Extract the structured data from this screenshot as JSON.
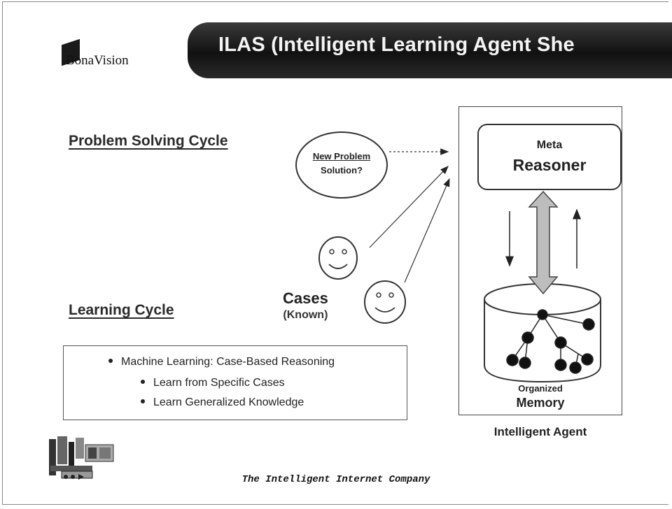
{
  "header": {
    "logo_text": "BonaVision",
    "title": "ILAS (Intelligent Learning Agent She"
  },
  "diagram": {
    "problem_heading": "Problem Solving Cycle",
    "learning_heading": "Learning Cycle",
    "new_problem": {
      "line1": "New Problem",
      "line2": "Solution?"
    },
    "cases": {
      "title": "Cases",
      "subtitle": "(Known)"
    },
    "meta_reasoner": {
      "line1": "Meta",
      "line2": "Reasoner"
    },
    "memory": {
      "line1": "Organized",
      "line2": "Memory"
    },
    "agent_caption": "Intelligent Agent"
  },
  "learning_box": {
    "items": [
      "Machine Learning: Case-Based Reasoning",
      "Learn from Specific Cases",
      "Learn Generalized Knowledge"
    ]
  },
  "footer": {
    "tagline": "The Intelligent Internet Company"
  },
  "colors": {
    "banner": "#1a1a1a",
    "arrow_fill": "#bdbdbd",
    "node": "#111111"
  }
}
